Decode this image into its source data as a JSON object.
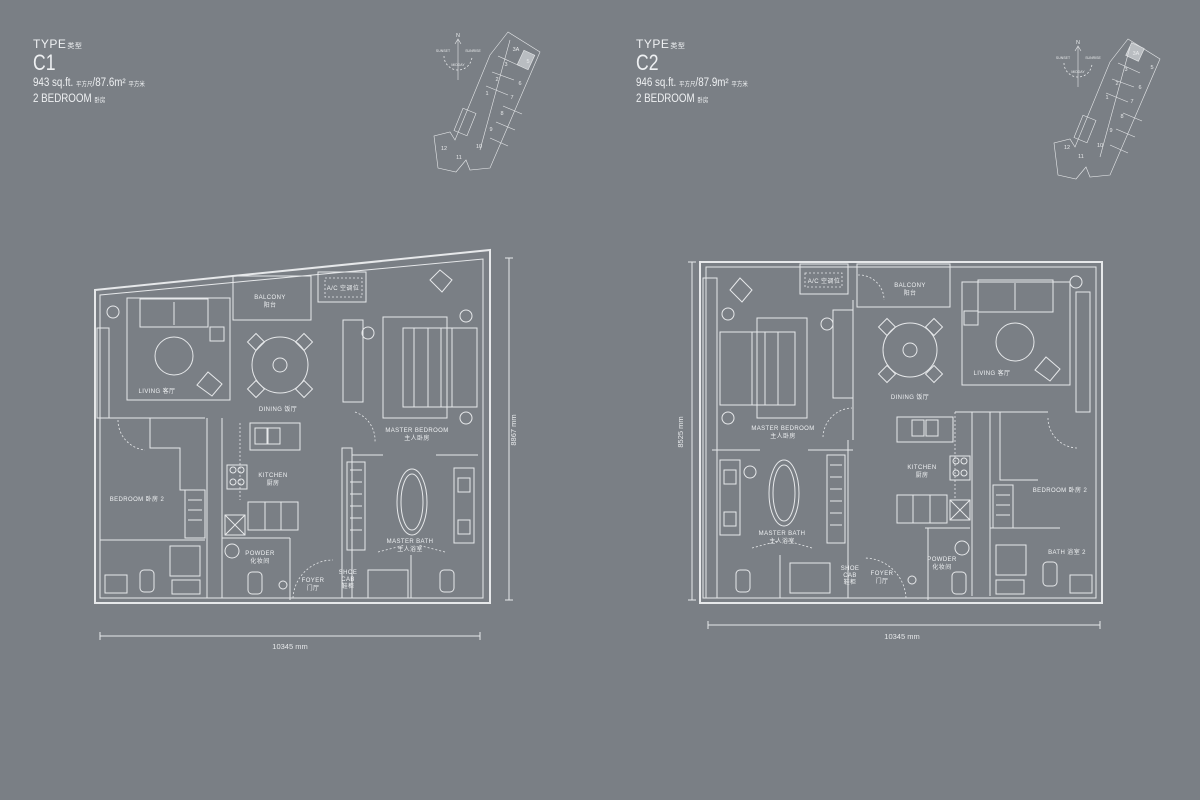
{
  "units": [
    {
      "type_label": "TYPE",
      "type_label_cn": "类型",
      "code": "C1",
      "area_sqft": "943 sq.ft.",
      "area_sqft_cn": "平方尺",
      "area_sqm": "/87.6m²",
      "area_sqm_cn": "平方米",
      "bedrooms": "2 BEDROOM",
      "bedrooms_cn": "卧房",
      "highlighted_unit": "5",
      "rooms": {
        "balcony": "BALCONY",
        "balcony_cn": "阳台",
        "ac": "A/C 空调位",
        "living": "LIVING 客厅",
        "dining": "DINING 饭厅",
        "master_bedroom": "MASTER BEDROOM",
        "master_bedroom_cn": "主人卧房",
        "kitchen": "KITCHEN",
        "kitchen_cn": "厨房",
        "bedroom2": "BEDROOM 卧房 2",
        "master_bath": "MASTER BATH",
        "master_bath_cn": "主人浴室",
        "powder": "POWDER",
        "powder_cn": "化妆间",
        "foyer": "FOYER",
        "foyer_cn": "门厅",
        "shoe_cab_1": "SHOE",
        "shoe_cab_2": "CAB",
        "shoe_cab_cn": "鞋柜"
      },
      "width_dim": "10345 mm",
      "height_dim": "8867 mm"
    },
    {
      "type_label": "TYPE",
      "type_label_cn": "类型",
      "code": "C2",
      "area_sqft": "946 sq.ft.",
      "area_sqft_cn": "平方尺",
      "area_sqm": "/87.9m²",
      "area_sqm_cn": "平方米",
      "bedrooms": "2 BEDROOM",
      "bedrooms_cn": "卧房",
      "highlighted_unit": "3A",
      "rooms": {
        "balcony": "BALCONY",
        "balcony_cn": "阳台",
        "ac": "A/C 空调位",
        "living": "LIVING 客厅",
        "dining": "DINING 饭厅",
        "master_bedroom": "MASTER BEDROOM",
        "master_bedroom_cn": "主人卧房",
        "kitchen": "KITCHEN",
        "kitchen_cn": "厨房",
        "bedroom2": "BEDROOM 卧房 2",
        "bath2": "BATH 浴室 2",
        "master_bath": "MASTER BATH",
        "master_bath_cn": "主人浴室",
        "powder": "POWDER",
        "powder_cn": "化妆间",
        "foyer": "FOYER",
        "foyer_cn": "门厅",
        "shoe_cab_1": "SHOE",
        "shoe_cab_2": "CAB",
        "shoe_cab_cn": "鞋柜"
      },
      "width_dim": "10345 mm",
      "height_dim": "8525 mm"
    }
  ],
  "key_plan": {
    "north": "N",
    "sunset": "SUNSET",
    "sunrise": "SUNRISE",
    "midday": "MIDDAY",
    "unit_numbers": [
      "3A",
      "3",
      "2",
      "1",
      "5",
      "6",
      "7",
      "8",
      "9",
      "10",
      "11",
      "12"
    ]
  }
}
